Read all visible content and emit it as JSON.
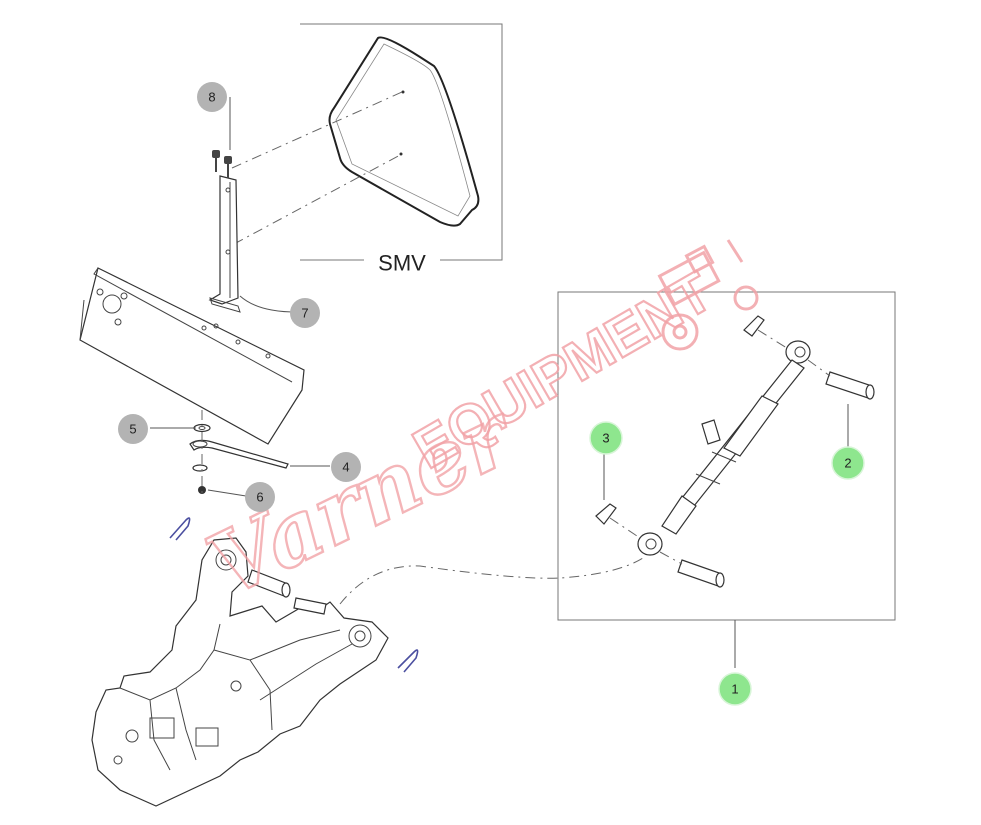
{
  "diagram": {
    "smv_label": "SMV",
    "watermark": {
      "script_text": "Varner",
      "block_text": "EQUIPMENT",
      "color": "#f2a3a7"
    },
    "callouts": [
      {
        "id": "c1",
        "label": "1",
        "color": "#8ee68e"
      },
      {
        "id": "c2",
        "label": "2",
        "color": "#8ee68e"
      },
      {
        "id": "c3",
        "label": "3",
        "color": "#8ee68e"
      },
      {
        "id": "c4",
        "label": "4",
        "color": "#b3b3b3"
      },
      {
        "id": "c5",
        "label": "5",
        "color": "#b3b3b3"
      },
      {
        "id": "c6",
        "label": "6",
        "color": "#b3b3b3"
      },
      {
        "id": "c7",
        "label": "7",
        "color": "#b3b3b3"
      },
      {
        "id": "c8",
        "label": "8",
        "color": "#b3b3b3"
      }
    ]
  }
}
